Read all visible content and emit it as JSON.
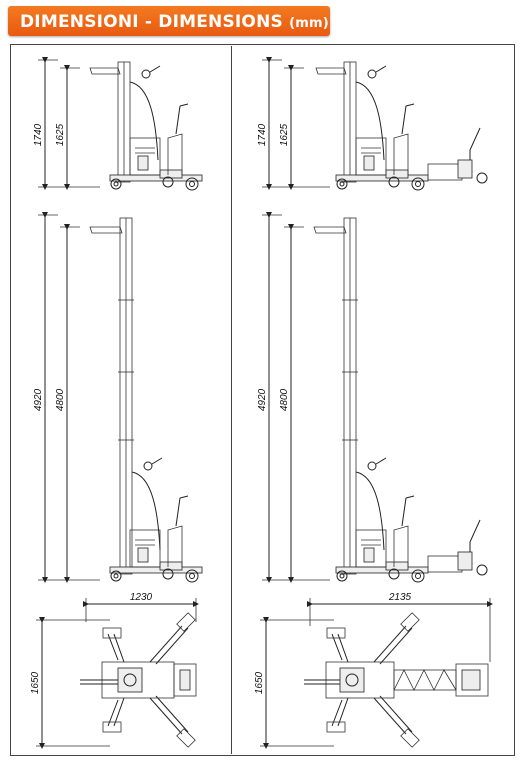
{
  "header": {
    "title": "DIMENSIONI - DIMENSIONS",
    "unit": "(mm)"
  },
  "colors": {
    "header_bg": "#f05f16",
    "header_text": "#ffffff",
    "line": "#222222"
  },
  "views": {
    "left_top": {
      "outer": "1740",
      "inner": "1625"
    },
    "right_top": {
      "outer": "1740",
      "inner": "1625"
    },
    "left_mid": {
      "outer": "4920",
      "inner": "4800"
    },
    "right_mid": {
      "outer": "4920",
      "inner": "4800"
    },
    "left_bottom": {
      "width": "1230",
      "height": "1650"
    },
    "right_bottom": {
      "width": "2135",
      "height": "1650"
    }
  }
}
